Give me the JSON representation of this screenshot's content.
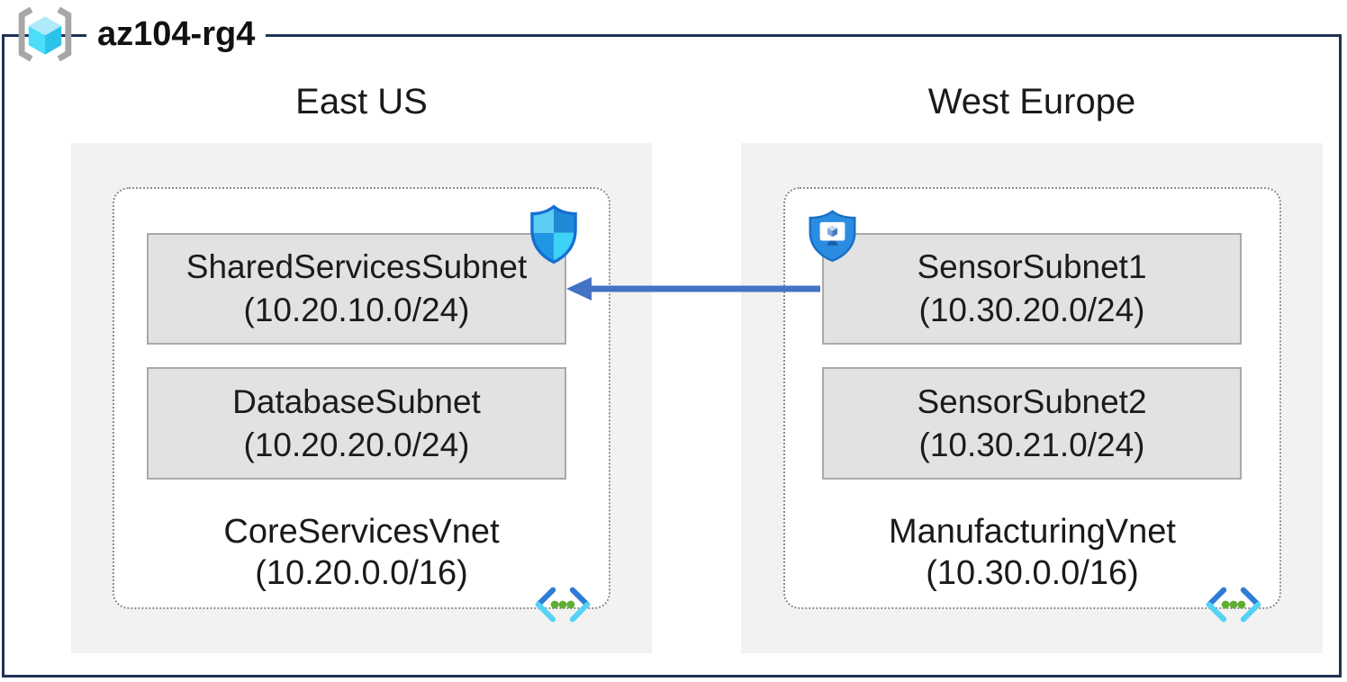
{
  "resource_group": {
    "name": "az104-rg4"
  },
  "regions": [
    {
      "name": "East US",
      "vnet": {
        "name": "CoreServicesVnet",
        "cidr": "(10.20.0.0/16)",
        "subnets": [
          {
            "name": "SharedServicesSubnet",
            "cidr": "(10.20.10.0/24)",
            "badge": "nsg-shield-icon"
          },
          {
            "name": "DatabaseSubnet",
            "cidr": "(10.20.20.0/24)",
            "badge": null
          }
        ]
      }
    },
    {
      "name": "West Europe",
      "vnet": {
        "name": "ManufacturingVnet",
        "cidr": "(10.30.0.0/16)",
        "subnets": [
          {
            "name": "SensorSubnet1",
            "cidr": "(10.30.20.0/24)",
            "badge": "asg-shield-icon"
          },
          {
            "name": "SensorSubnet2",
            "cidr": "(10.30.21.0/24)",
            "badge": null
          }
        ]
      }
    }
  ],
  "connection": {
    "from": "SensorSubnet1",
    "to": "SharedServicesSubnet",
    "direction": "right-to-left",
    "color": "#4472c4"
  },
  "icons": {
    "resource_group": "resource-group-icon",
    "east_badge": "nsg-shield-icon",
    "west_badge": "asg-shield-icon",
    "vnet": "vnet-icon"
  },
  "colors": {
    "outer_border": "#1e3355",
    "region_panel": "#f2f2f2",
    "vnet_fill": "#ffffff",
    "vnet_dashed_border": "#8c8c8c",
    "subnet_fill": "#e2e2e2",
    "subnet_border": "#a9a9a9",
    "arrow": "#4472c4",
    "text": "#1a1a1a"
  }
}
